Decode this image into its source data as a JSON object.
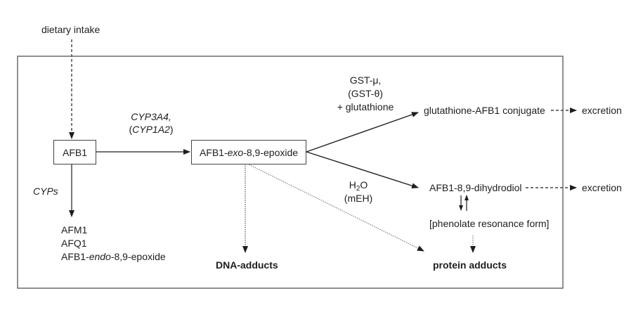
{
  "diagram": {
    "title": "Aflatoxin B1 metabolism pathway",
    "nodes": {
      "dietary_intake": "dietary intake",
      "afb1": "AFB1",
      "exo_epoxide": {
        "prefix": "AFB1-",
        "italic": "exo",
        "suffix": "-8,9-epoxide"
      },
      "gsh_conjugate": "glutathione-AFB1 conjugate",
      "dihydrodiol": "AFB1-8,9-dihydrodiol",
      "phenolate": "[phenolate resonance form]",
      "excretion_1": "excretion",
      "excretion_2": "excretion",
      "dna_adducts": "DNA-adducts",
      "protein_adducts": "protein adducts",
      "afm1": "AFM1",
      "afq1": "AFQ1",
      "endo_epoxide": {
        "prefix": "AFB1-",
        "italic": "endo",
        "suffix": "-8,9-epoxide"
      }
    },
    "edge_labels": {
      "cyp3a4": "CYP3A4,",
      "cyp1a2_open": "(",
      "cyp1a2": "CYP1A2",
      "cyp1a2_close": ")",
      "cyps": "CYPs",
      "gst_mu": "GST-μ,",
      "gst_theta": "(GST-θ)",
      "glutathione": "+ glutathione",
      "h2o_h": "H",
      "h2o_sub": "2",
      "h2o_o": "O",
      "meh": "(mEH)"
    },
    "colors": {
      "line": "#1e1e1e",
      "frame": "#555555",
      "dotted": "#666666"
    }
  }
}
